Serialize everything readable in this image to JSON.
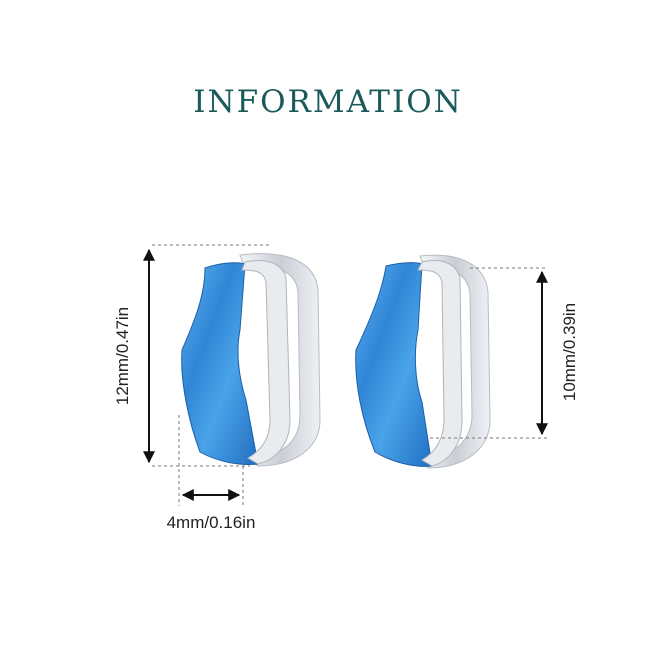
{
  "title": "INFORMATION",
  "dimensions": {
    "height_left": "12mm/0.47in",
    "height_right": "10mm/0.39in",
    "width": "4mm/0.16in"
  },
  "colors": {
    "title": "#1b5a5a",
    "opal": "#2f7fd0",
    "metal": "#d9dde2",
    "lines": "#222222"
  }
}
